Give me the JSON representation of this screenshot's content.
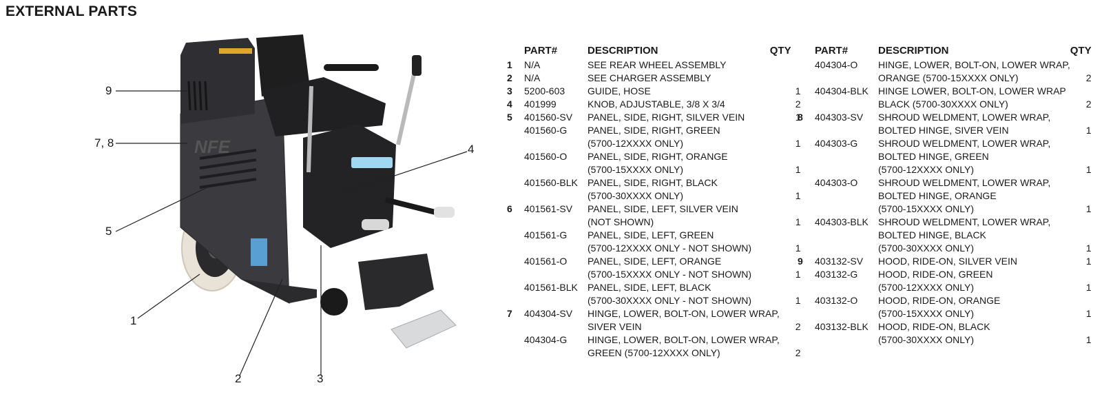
{
  "page_title": "EXTERNAL PARTS",
  "callouts": [
    "9",
    "7, 8",
    "5",
    "1",
    "2",
    "3",
    "4"
  ],
  "table_headers": {
    "part": "PART#",
    "description": "DESCRIPTION",
    "qty": "QTY"
  },
  "left_rows": [
    [
      "1",
      "N/A",
      "SEE REAR WHEEL ASSEMBLY",
      ""
    ],
    [
      "2",
      "N/A",
      "SEE CHARGER ASSEMBLY",
      ""
    ],
    [
      "3",
      "5200-603",
      "GUIDE, HOSE",
      "1"
    ],
    [
      "4",
      "401999",
      "KNOB, ADJUSTABLE, 3/8 X 3/4",
      "2"
    ],
    [
      "5",
      "401560-SV",
      "PANEL, SIDE, RIGHT, SILVER VEIN",
      "1"
    ],
    [
      "",
      "401560-G",
      "PANEL, SIDE, RIGHT, GREEN",
      ""
    ],
    [
      "",
      "",
      "(5700-12XXXX ONLY)",
      "1"
    ],
    [
      "",
      "401560-O",
      "PANEL, SIDE, RIGHT, ORANGE",
      ""
    ],
    [
      "",
      "",
      "(5700-15XXXX ONLY)",
      "1"
    ],
    [
      "",
      "401560-BLK",
      "PANEL, SIDE, RIGHT, BLACK",
      ""
    ],
    [
      "",
      "",
      "(5700-30XXXX ONLY)",
      "1"
    ],
    [
      "6",
      "401561-SV",
      "PANEL, SIDE, LEFT, SILVER VEIN",
      ""
    ],
    [
      "",
      "",
      "(NOT SHOWN)",
      "1"
    ],
    [
      "",
      "401561-G",
      "PANEL, SIDE, LEFT, GREEN",
      ""
    ],
    [
      "",
      "",
      "(5700-12XXXX ONLY - NOT SHOWN)",
      "1"
    ],
    [
      "",
      "401561-O",
      "PANEL, SIDE, LEFT, ORANGE",
      ""
    ],
    [
      "",
      "",
      "(5700-15XXXX ONLY - NOT SHOWN)",
      "1"
    ],
    [
      "",
      "401561-BLK",
      "PANEL, SIDE, LEFT, BLACK",
      ""
    ],
    [
      "",
      "",
      "(5700-30XXXX ONLY - NOT SHOWN)",
      "1"
    ],
    [
      "7",
      "404304-SV",
      "HINGE, LOWER, BOLT-ON, LOWER WRAP,",
      ""
    ],
    [
      "",
      "",
      "SIVER VEIN",
      "2"
    ],
    [
      "",
      "404304-G",
      "HINGE, LOWER, BOLT-ON, LOWER WRAP,",
      ""
    ],
    [
      "",
      "",
      "GREEN (5700-12XXXX ONLY)",
      "2"
    ]
  ],
  "right_rows": [
    [
      "",
      "404304-O",
      "HINGE, LOWER, BOLT-ON, LOWER WRAP,",
      ""
    ],
    [
      "",
      "",
      "ORANGE (5700-15XXXX ONLY)",
      "2"
    ],
    [
      "",
      "404304-BLK",
      "HINGE LOWER, BOLT-ON, LOWER WRAP",
      ""
    ],
    [
      "",
      "",
      "BLACK (5700-30XXXX ONLY)",
      "2"
    ],
    [
      "8",
      "404303-SV",
      "SHROUD WELDMENT, LOWER WRAP,",
      ""
    ],
    [
      "",
      "",
      "BOLTED HINGE, SIVER VEIN",
      "1"
    ],
    [
      "",
      "404303-G",
      "SHROUD WELDMENT, LOWER WRAP,",
      ""
    ],
    [
      "",
      "",
      "BOLTED HINGE, GREEN",
      ""
    ],
    [
      "",
      "",
      "(5700-12XXXX ONLY)",
      "1"
    ],
    [
      "",
      "404303-O",
      "SHROUD WELDMENT, LOWER WRAP,",
      ""
    ],
    [
      "",
      "",
      "BOLTED HINGE, ORANGE",
      ""
    ],
    [
      "",
      "",
      "(5700-15XXXX ONLY)",
      "1"
    ],
    [
      "",
      "404303-BLK",
      "SHROUD WELDMENT, LOWER WRAP,",
      ""
    ],
    [
      "",
      "",
      "BOLTED HINGE, BLACK",
      ""
    ],
    [
      "",
      "",
      "(5700-30XXXX ONLY)",
      "1"
    ],
    [
      "9",
      "403132-SV",
      "HOOD, RIDE-ON, SILVER VEIN",
      "1"
    ],
    [
      "",
      "403132-G",
      "HOOD, RIDE-ON, GREEN",
      ""
    ],
    [
      "",
      "",
      "(5700-12XXXX ONLY)",
      "1"
    ],
    [
      "",
      "403132-O",
      "HOOD, RIDE-ON, ORANGE",
      ""
    ],
    [
      "",
      "",
      "(5700-15XXXX ONLY)",
      "1"
    ],
    [
      "",
      "403132-BLK",
      "HOOD, RIDE-ON, BLACK",
      ""
    ],
    [
      "",
      "",
      "(5700-30XXXX ONLY)",
      "1"
    ]
  ]
}
